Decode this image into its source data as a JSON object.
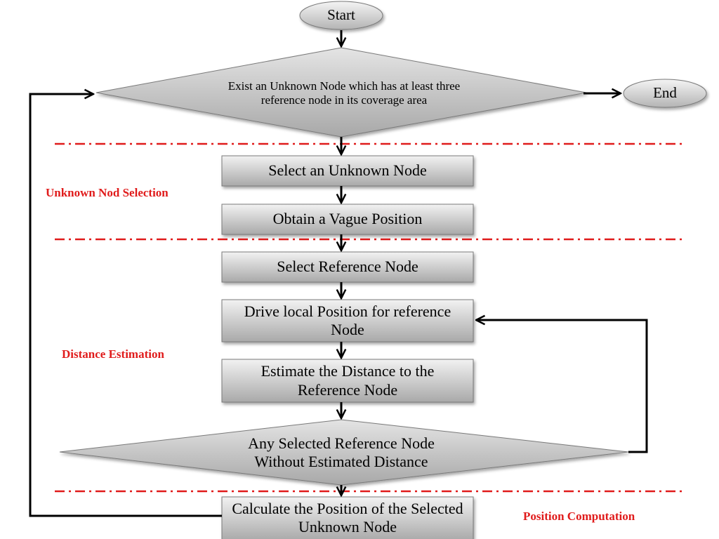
{
  "terminals": {
    "start": "Start",
    "end": "End"
  },
  "decisions": {
    "unknown_node_check": "Exist an Unknown Node which has at least three reference node in its coverage area",
    "pending_reference_check": "Any Selected Reference  Node Without Estimated Distance"
  },
  "steps": {
    "select_unknown": "Select an Unknown Node",
    "vague_position": "Obtain a Vague Position",
    "select_reference": "Select Reference Node",
    "drive_local_position": "Drive local Position for reference Node",
    "estimate_distance": "Estimate the Distance to the Reference Node",
    "calculate_position": "Calculate the Position of the Selected Unknown Node"
  },
  "sections": {
    "unknown_selection": "Unknown Nod Selection",
    "distance_estimation": "Distance Estimation",
    "position_computation": "Position Computation"
  },
  "colors": {
    "section_label": "#e01b1b",
    "separator": "#e01b1b",
    "shape_fill_light": "#f0f0f0",
    "shape_fill_dark": "#a6a6a6",
    "connector": "#000000"
  }
}
